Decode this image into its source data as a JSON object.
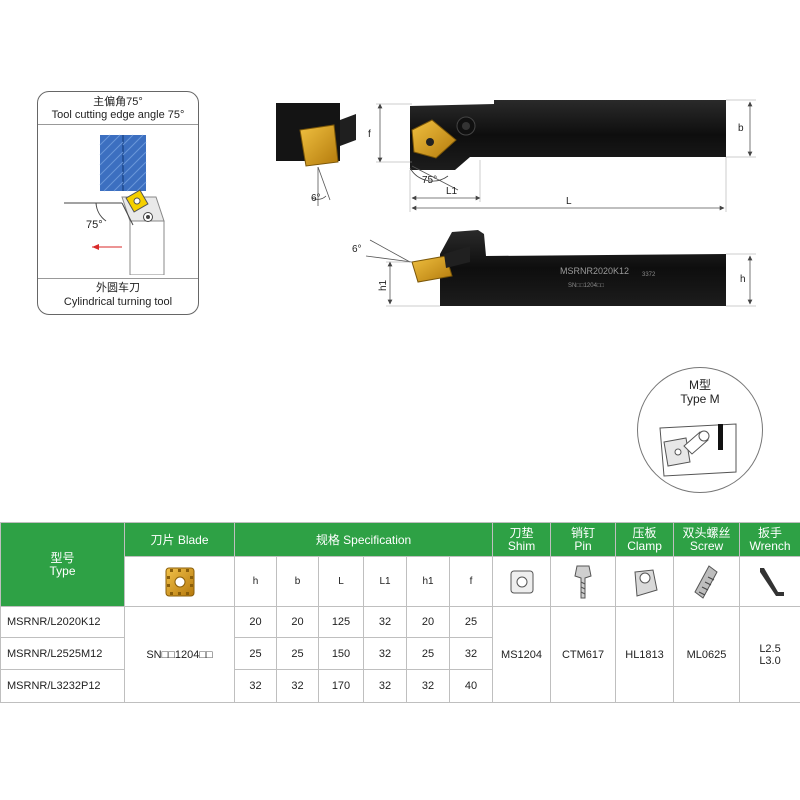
{
  "inset": {
    "title_cn": "主偏角75°",
    "title_en": "Tool cutting edge angle 75°",
    "angle_label": "75°",
    "footer_cn": "外圆车刀",
    "footer_en": "Cylindrical turning tool"
  },
  "drawing": {
    "labels": {
      "f": "f",
      "b": "b",
      "h": "h",
      "h1": "h1",
      "L": "L",
      "L1": "L1",
      "angle_75": "75°",
      "angle_6_top": "6°",
      "angle_6_side": "6°"
    },
    "shank_marking": "MSRNR2020K12",
    "shank_marking_sub": "SN□□1204□□",
    "shank_marking_small": "3372"
  },
  "type_m": {
    "cn": "M型",
    "en": "Type M"
  },
  "table": {
    "headers": {
      "type": {
        "cn": "型号",
        "en": "Type"
      },
      "blade": {
        "cn": "刀片",
        "en": "Blade"
      },
      "spec": {
        "cn": "规格",
        "en": "Specification"
      },
      "shim": {
        "cn": "刀垫",
        "en": "Shim"
      },
      "pin": {
        "cn": "销钉",
        "en": "Pin"
      },
      "clamp": {
        "cn": "压板",
        "en": "Clamp"
      },
      "screw": {
        "cn": "双头螺丝",
        "en": "Screw"
      },
      "wrench": {
        "cn": "扳手",
        "en": "Wrench"
      }
    },
    "spec_columns": [
      "h",
      "b",
      "L",
      "L1",
      "h1",
      "f"
    ],
    "blade_value": "SN□□1204□□",
    "rows": [
      {
        "type": "MSRNR/L2020K12",
        "values": [
          "20",
          "20",
          "125",
          "32",
          "20",
          "25"
        ]
      },
      {
        "type": "MSRNR/L2525M12",
        "values": [
          "25",
          "25",
          "150",
          "32",
          "25",
          "32"
        ]
      },
      {
        "type": "MSRNR/L3232P12",
        "values": [
          "32",
          "32",
          "170",
          "32",
          "32",
          "40"
        ]
      }
    ],
    "shim": "MS1204",
    "pin": "CTM617",
    "clamp": "HL1813",
    "screw": "ML0625",
    "wrench_line1": "L2.5",
    "wrench_line2": "L3.0"
  },
  "colors": {
    "header_green": "#2ea145",
    "insert_gold": "#d9a21b",
    "shank_black": "#151515"
  }
}
